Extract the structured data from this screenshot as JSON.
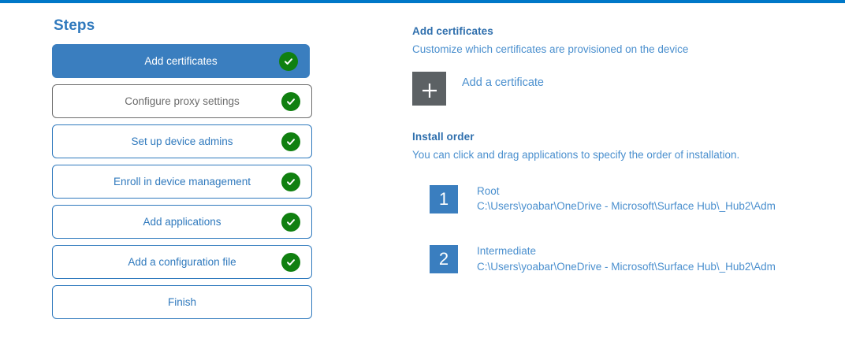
{
  "theme": {
    "accent_bar_color": "#0078c8",
    "primary_blue": "#3a7ebf",
    "link_blue": "#4a8fce",
    "heading_blue": "#2f6fad",
    "check_green": "#108010",
    "plus_gray": "#5c6164",
    "muted_gray": "#6b6b6b"
  },
  "steps": {
    "heading": "Steps",
    "items": [
      {
        "label": "Add certificates",
        "state": "active",
        "completed": true
      },
      {
        "label": "Configure proxy settings",
        "state": "muted",
        "completed": true
      },
      {
        "label": "Set up device admins",
        "state": "default",
        "completed": true
      },
      {
        "label": "Enroll in device management",
        "state": "default",
        "completed": true
      },
      {
        "label": "Add applications",
        "state": "default",
        "completed": true
      },
      {
        "label": "Add a configuration file",
        "state": "default",
        "completed": true
      },
      {
        "label": "Finish",
        "state": "default",
        "completed": false
      }
    ]
  },
  "detail": {
    "certificates": {
      "heading": "Add certificates",
      "subtext": "Customize which certificates are provisioned on the device",
      "add_button_label": "Add a certificate",
      "add_button_icon": "plus-icon"
    },
    "install_order": {
      "heading": "Install order",
      "subtext": "You can click and drag applications to specify the order of installation.",
      "items": [
        {
          "number": "1",
          "name": "Root",
          "path": "C:\\Users\\yoabar\\OneDrive - Microsoft\\Surface Hub\\_Hub2\\Adm"
        },
        {
          "number": "2",
          "name": "Intermediate",
          "path": "C:\\Users\\yoabar\\OneDrive - Microsoft\\Surface Hub\\_Hub2\\Adm"
        }
      ]
    }
  }
}
